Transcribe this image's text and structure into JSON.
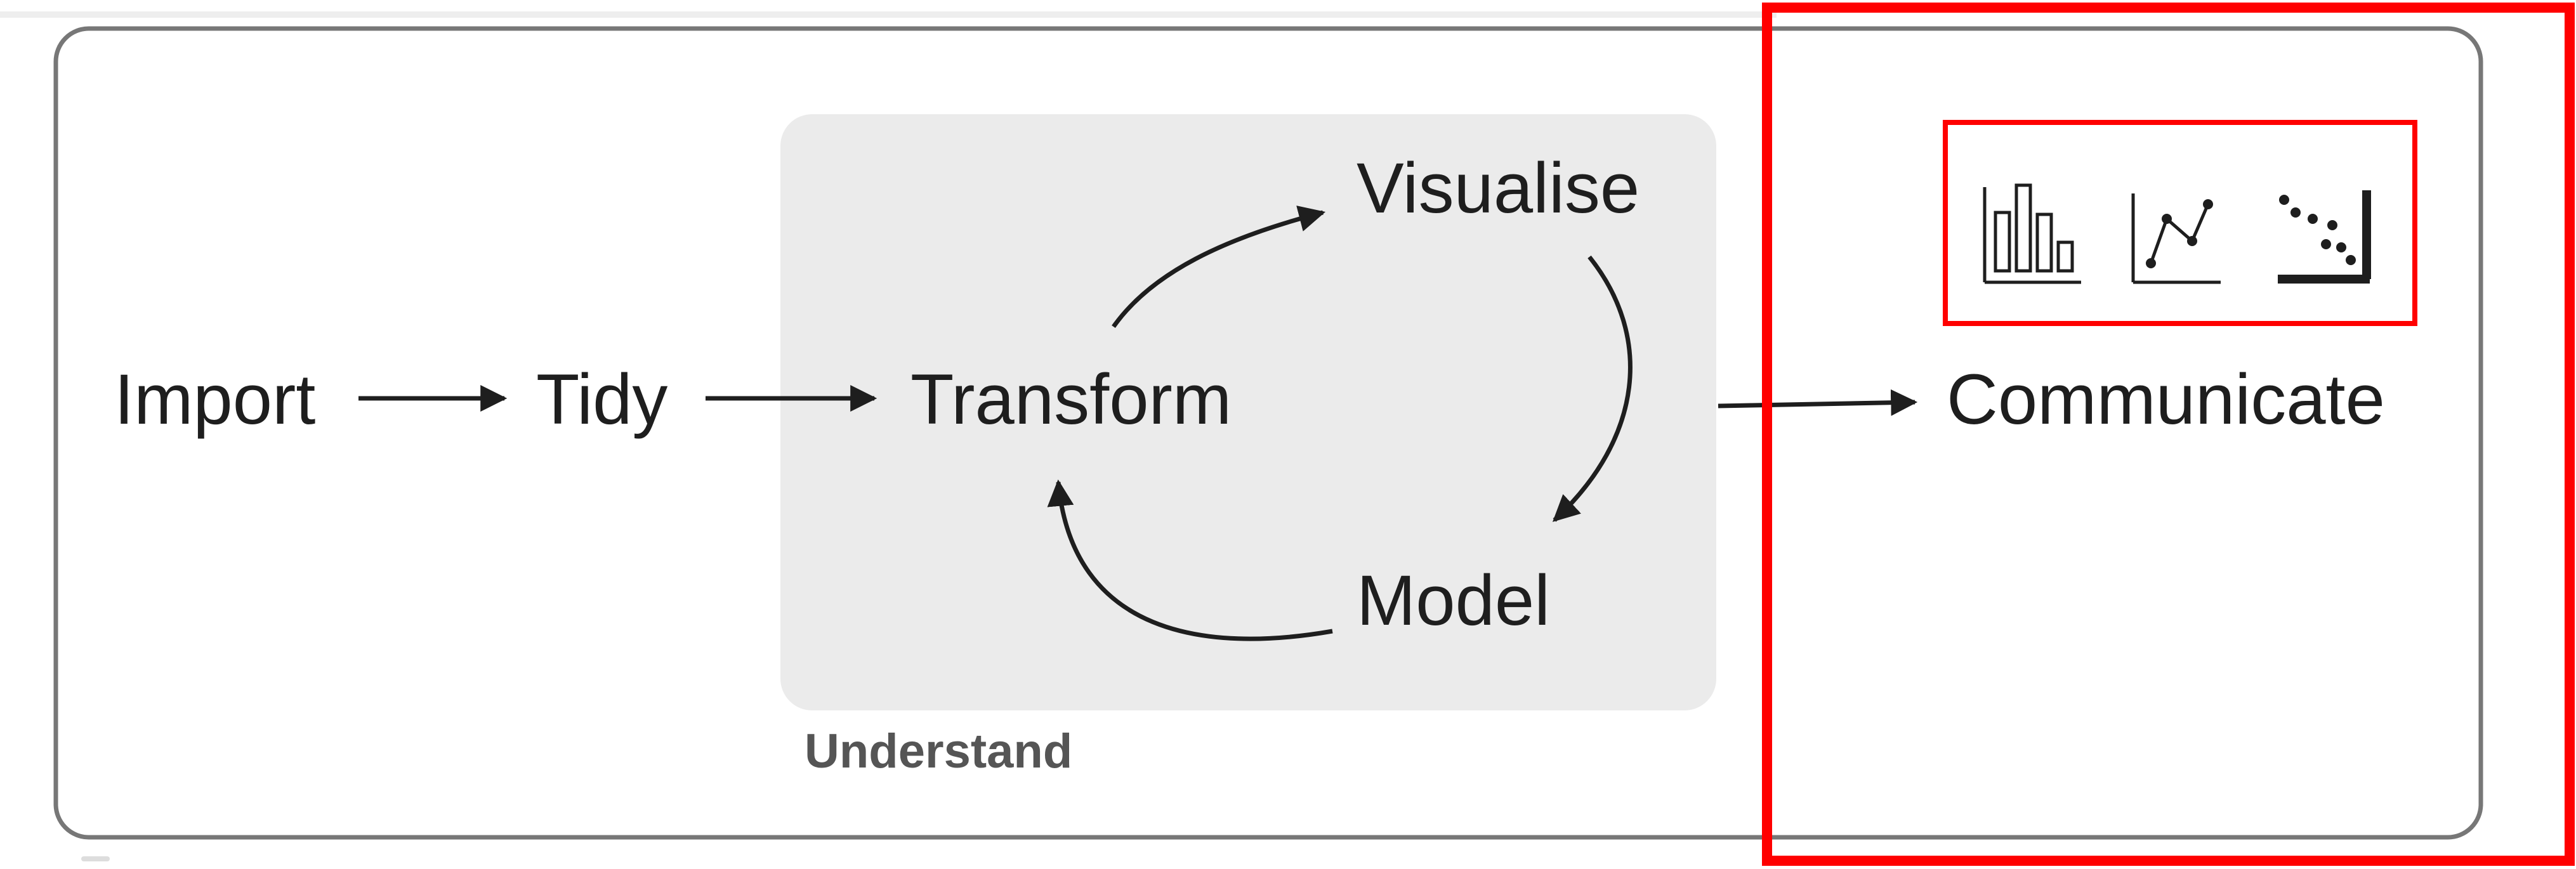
{
  "diagram": {
    "nodes": {
      "import": "Import",
      "tidy": "Tidy",
      "transform": "Transform",
      "visualise": "Visualise",
      "model": "Model",
      "communicate": "Communicate"
    },
    "group_label": "Understand",
    "icons": [
      "bar-chart-icon",
      "line-chart-icon",
      "scatter-plot-icon"
    ],
    "colors": {
      "text": "#1e1e1e",
      "understand_bg": "#ebebeb",
      "group_label": "#555555",
      "outer_border": "#777777",
      "highlight": "#ff0000"
    }
  }
}
